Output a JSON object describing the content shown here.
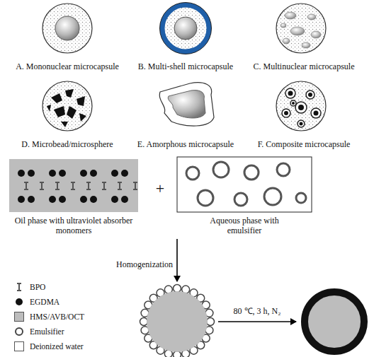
{
  "diagram": {
    "nodes": [
      {
        "text": [
          "A. Mononuclear microcapsule"
        ]
      },
      {
        "text": [
          "B. Multi-shell microcapsule"
        ]
      },
      {
        "text": [
          "C. Multinuclear microcapsule"
        ]
      },
      {
        "text": [
          "D. Microbead/microsphere"
        ]
      },
      {
        "text": [
          "E. Amorphous microcapsule"
        ]
      },
      {
        "text": [
          "F. Composite microcapsule"
        ]
      },
      {
        "text": [
          "Oil phase with ultraviolet absorber monomers"
        ]
      },
      {
        "text": [
          "Aqueous phase with emulsifier"
        ]
      }
    ],
    "labels": [
      "+",
      "Homogenization",
      "80 ℃, 3 h, N₂"
    ],
    "legend": [
      {
        "text": "BPO"
      },
      {
        "text": "EGDMA"
      },
      {
        "text": "HMS/AVB/OCT",
        "color": "#bdbdbd"
      },
      {
        "text": "Emulsifier"
      },
      {
        "text": "Deionized water",
        "color": "#ffffff"
      }
    ]
  }
}
